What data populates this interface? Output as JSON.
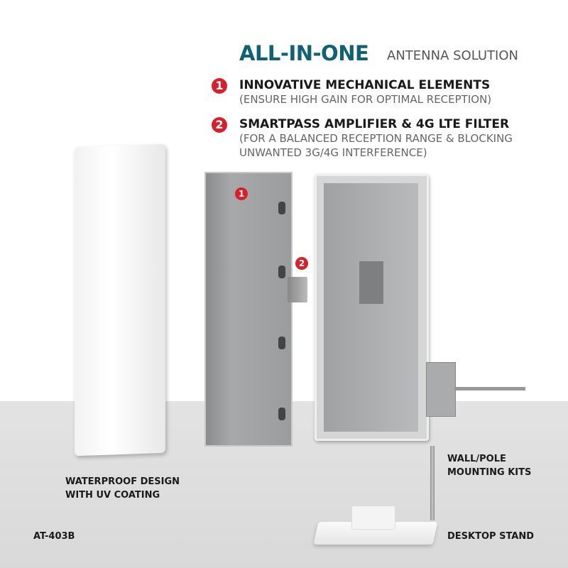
{
  "header": {
    "title": "ALL-IN-ONE",
    "subtitle": "ANTENNA SOLUTION"
  },
  "features": [
    {
      "number": "1",
      "title": "INNOVATIVE MECHANICAL ELEMENTS",
      "desc": "(ENSURE HIGH GAIN FOR OPTIMAL RECEPTION)"
    },
    {
      "number": "2",
      "title": "SMARTPASS AMPLIFIER & 4G LTE FILTER",
      "desc": "(FOR A BALANCED RECEPTION RANGE & BLOCKING",
      "desc2": "UNWANTED 3G/4G INTERFERENCE)"
    }
  ],
  "labels": {
    "waterproof1": "WATERPROOF DESIGN",
    "waterproof2": "WITH UV COATING",
    "model": "AT-403B",
    "mount1": "WALL/POLE",
    "mount2": "MOUNTING KITS",
    "stand": "DESKTOP STAND"
  },
  "colors": {
    "title": "#0f6275",
    "badge": "#d9202a"
  }
}
